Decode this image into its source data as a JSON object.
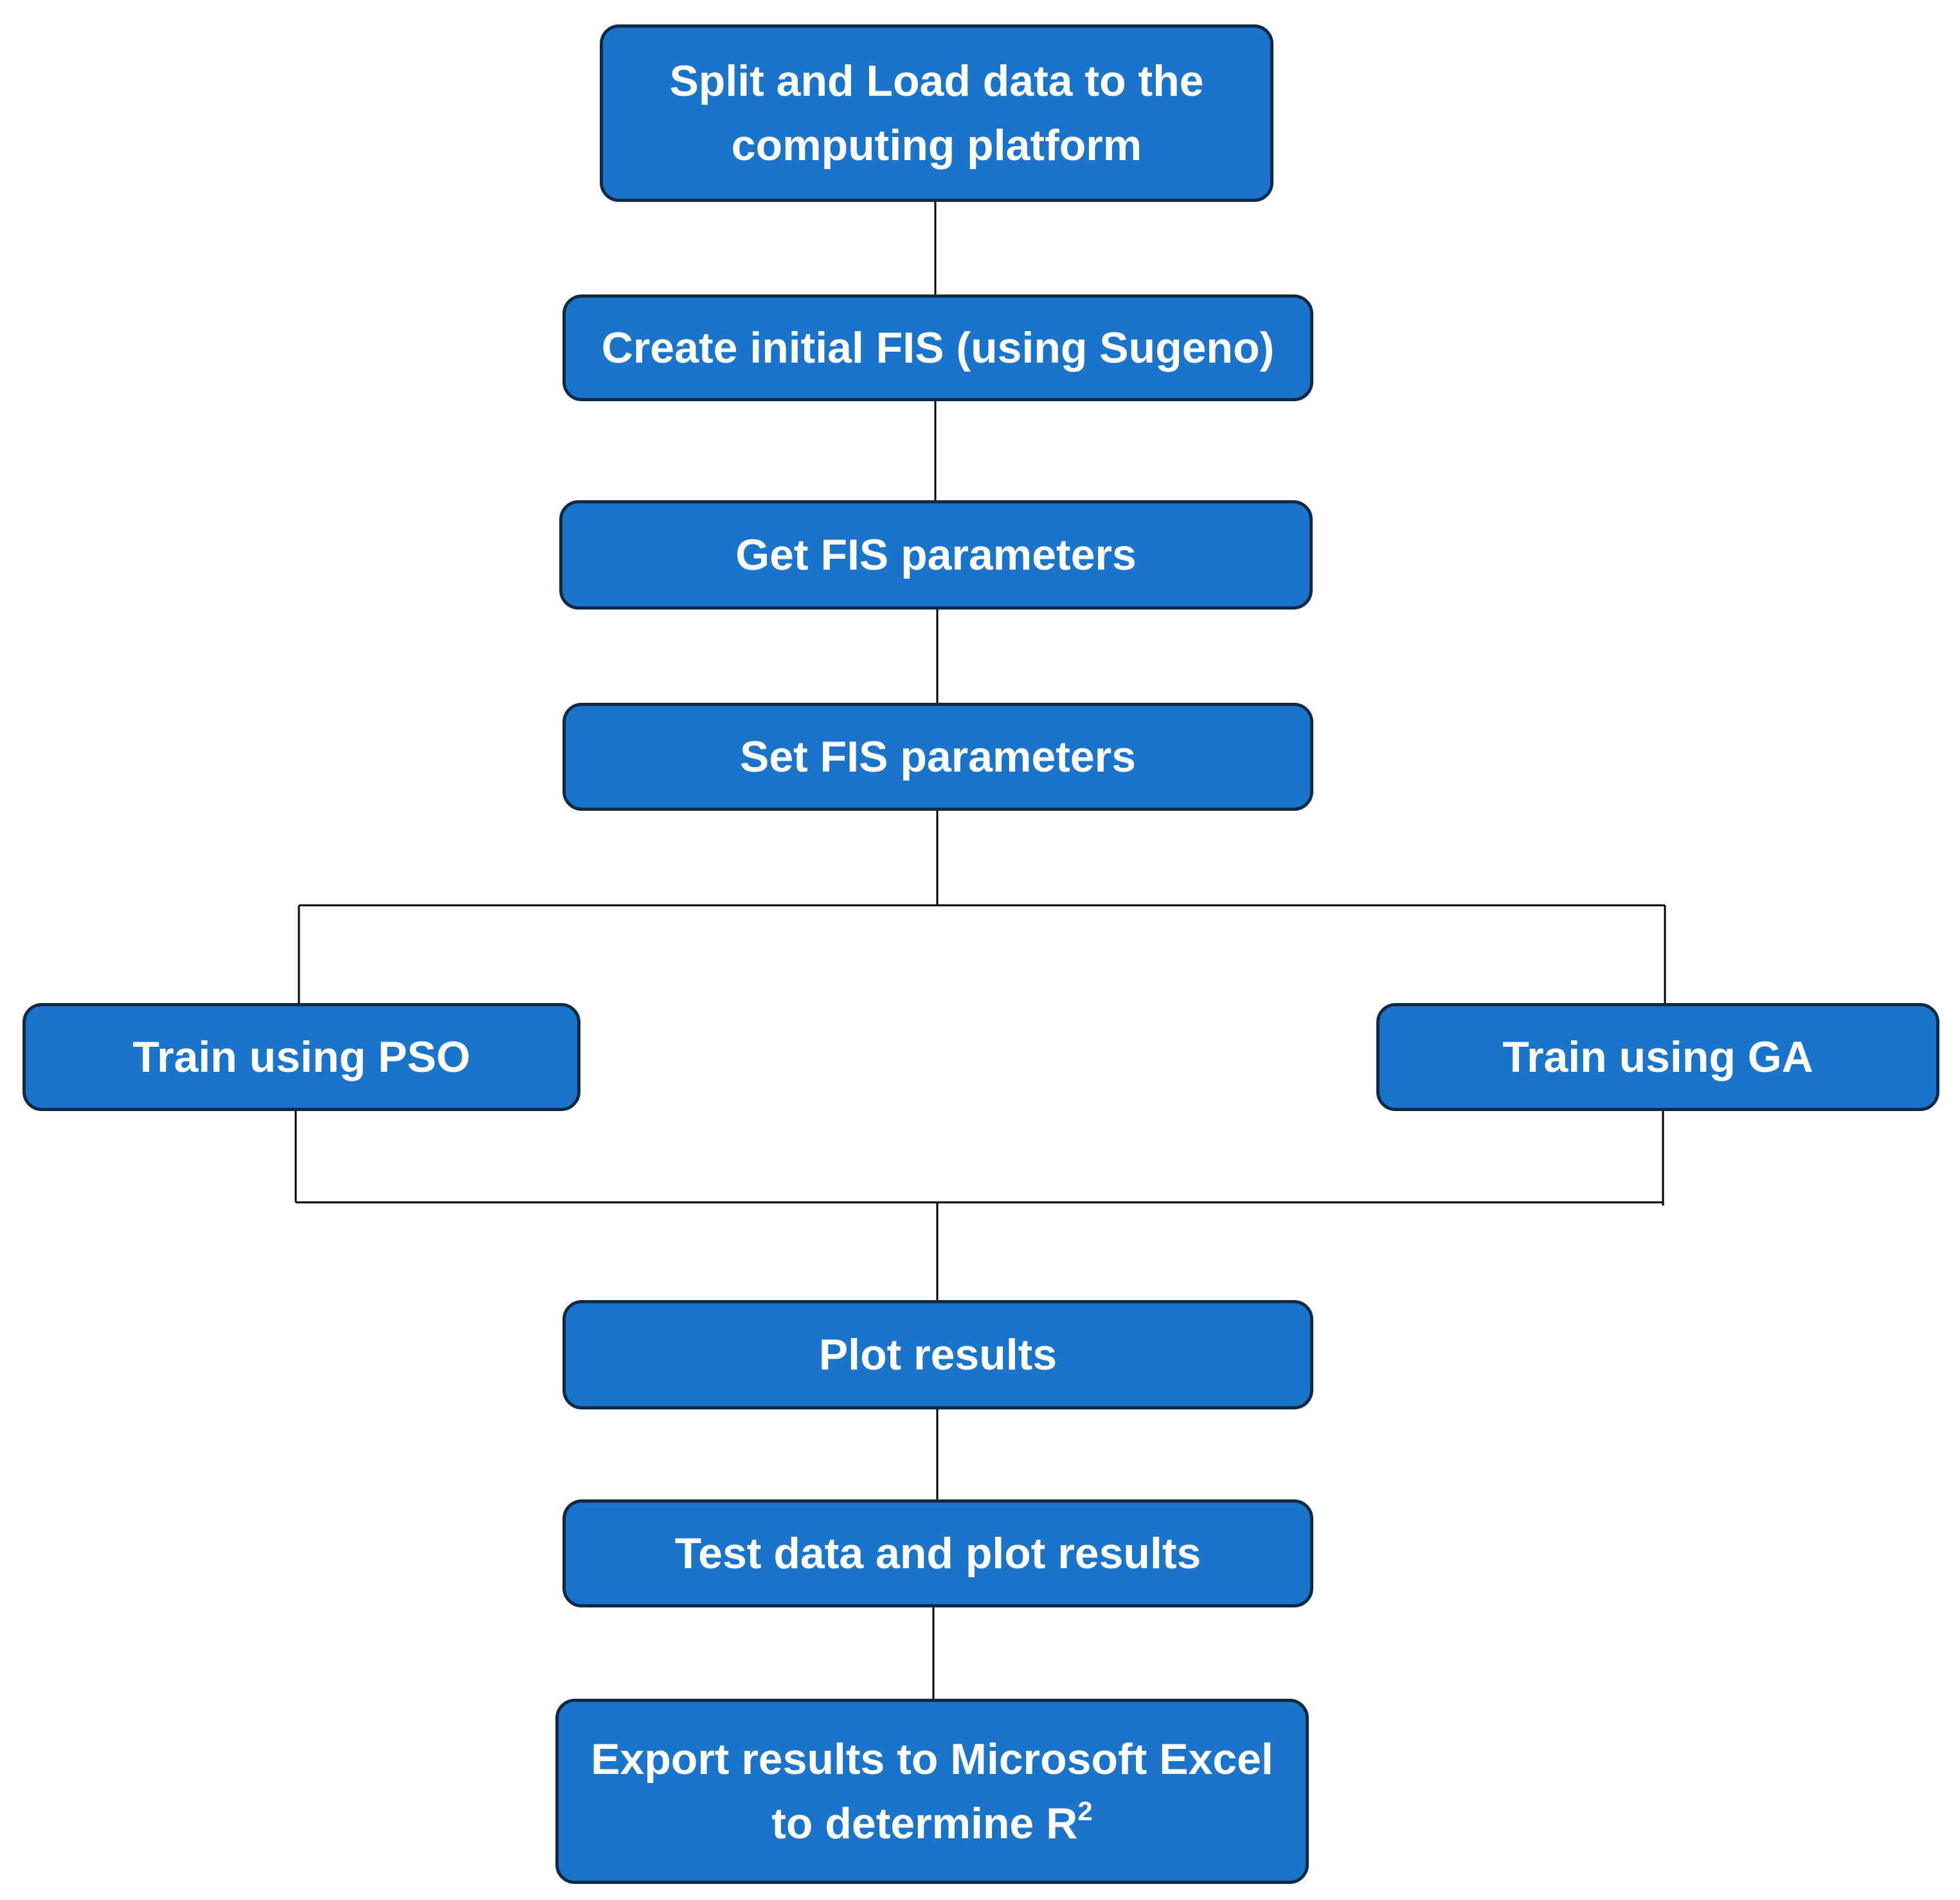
{
  "diagram": {
    "steps": [
      {
        "id": "split",
        "line1": "Split and Load data to the",
        "line2": "computing platform"
      },
      {
        "id": "create",
        "label": "Create initial FIS (using Sugeno)"
      },
      {
        "id": "get",
        "label": "Get FIS parameters"
      },
      {
        "id": "set",
        "label": "Set FIS parameters"
      },
      {
        "id": "pso",
        "label": "Train using PSO"
      },
      {
        "id": "ga",
        "label": "Train using GA"
      },
      {
        "id": "plot",
        "label": "Plot results"
      },
      {
        "id": "test",
        "label": "Test data and plot results"
      },
      {
        "id": "export",
        "line1": "Export results to Microsoft Excel",
        "line2": "to determine R",
        "superscript": "2"
      }
    ],
    "colors": {
      "box_fill": "#1b74c9",
      "box_border": "#102a45",
      "connector": "#000000",
      "text": "#ffffff"
    }
  }
}
